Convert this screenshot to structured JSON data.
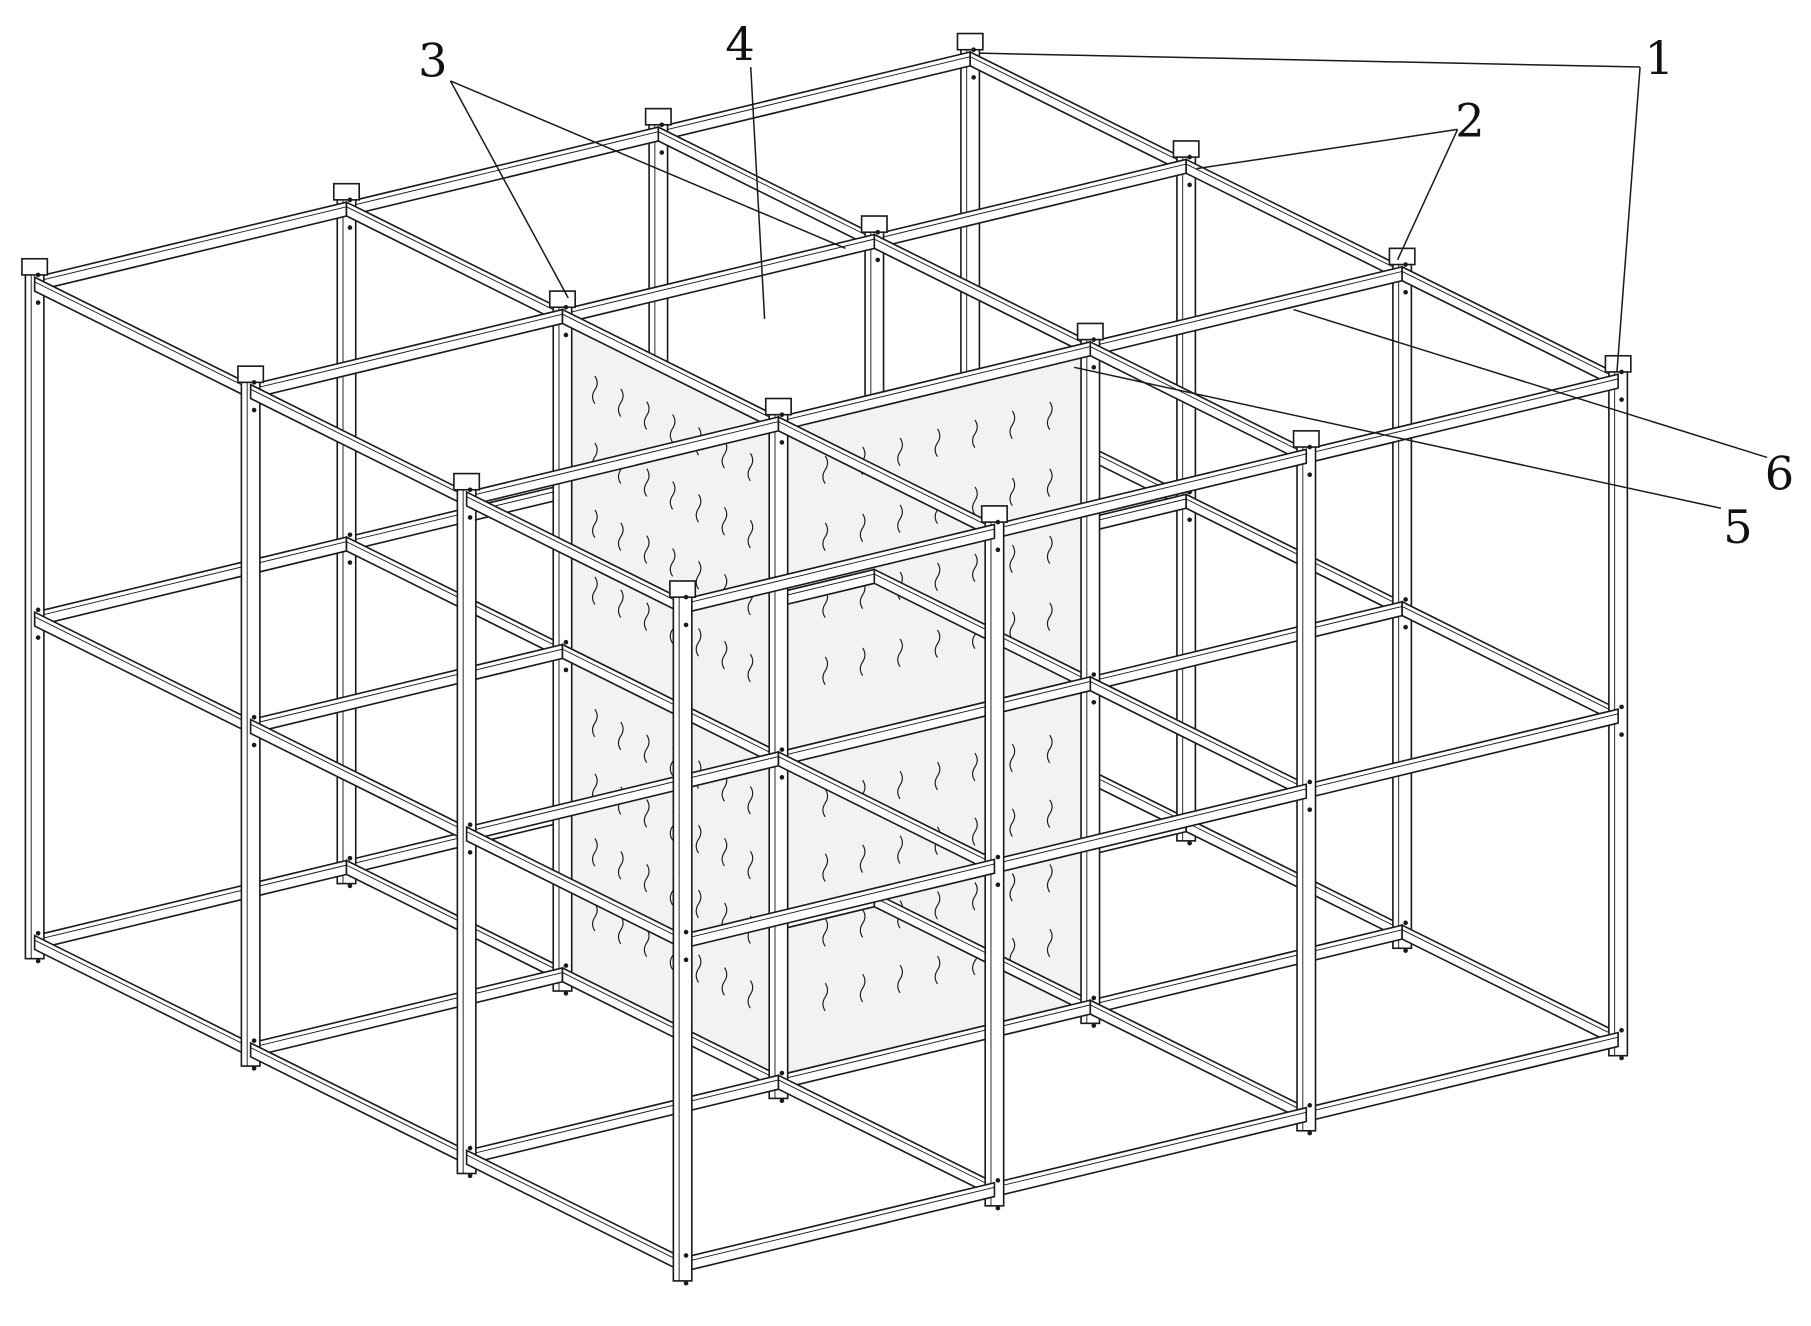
{
  "figure": {
    "callouts": [
      {
        "id": "callout-1",
        "label": "1"
      },
      {
        "id": "callout-2",
        "label": "2"
      },
      {
        "id": "callout-3",
        "label": "3"
      },
      {
        "id": "callout-4",
        "label": "4"
      },
      {
        "id": "callout-5",
        "label": "5"
      },
      {
        "id": "callout-6",
        "label": "6"
      }
    ],
    "colors": {
      "line": "#1a1a1a",
      "fill": "#ffffff",
      "panel": "#f2f2f2"
    }
  }
}
